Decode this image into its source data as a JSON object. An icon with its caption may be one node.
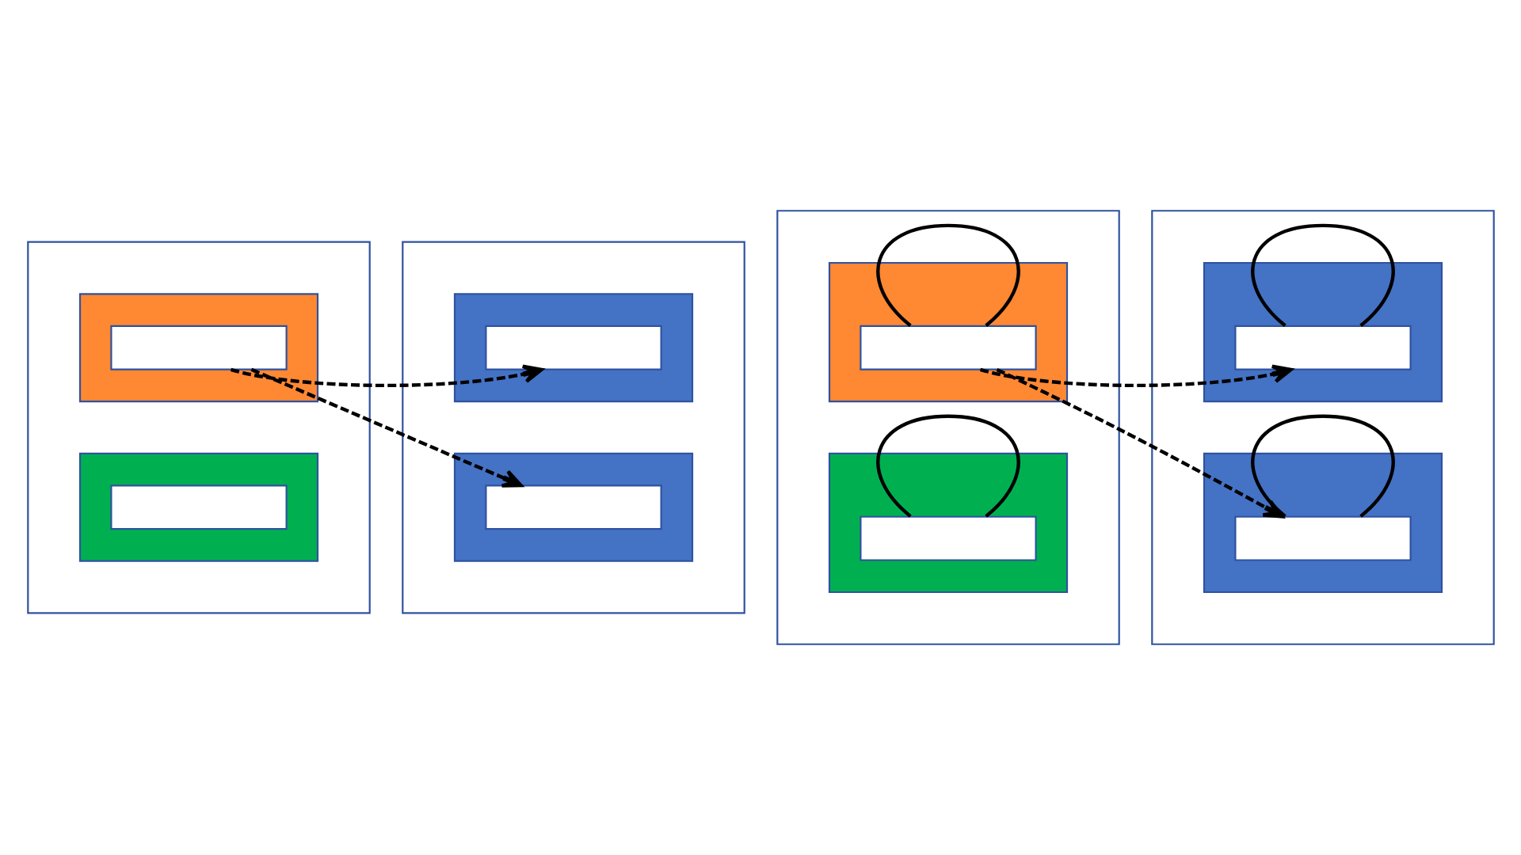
{
  "diagram": {
    "nodes": [
      {
        "text": [],
        "shape": "box"
      },
      {
        "text": [],
        "shape": "box",
        "in": 0
      },
      {
        "text": [],
        "shape": "box",
        "in": 1
      },
      {
        "text": [],
        "shape": "box",
        "in": 0
      },
      {
        "text": [],
        "shape": "box",
        "in": 3
      },
      {
        "text": [],
        "shape": "box"
      },
      {
        "text": [],
        "shape": "box",
        "in": 5
      },
      {
        "text": [],
        "shape": "box",
        "in": 6
      },
      {
        "text": [],
        "shape": "box",
        "in": 5
      },
      {
        "text": [],
        "shape": "box",
        "in": 8
      },
      {
        "text": [],
        "shape": "box"
      },
      {
        "text": [],
        "shape": "box",
        "in": 10
      },
      {
        "text": [],
        "shape": "box",
        "in": 11
      },
      {
        "text": [],
        "shape": "box",
        "in": 10
      },
      {
        "text": [],
        "shape": "box",
        "in": 13
      },
      {
        "text": [],
        "shape": "box"
      },
      {
        "text": [],
        "shape": "box",
        "in": 15
      },
      {
        "text": [],
        "shape": "box",
        "in": 16
      },
      {
        "text": [],
        "shape": "box",
        "in": 15
      },
      {
        "text": [],
        "shape": "box",
        "in": 18
      }
    ],
    "edges": [
      {
        "from": 2,
        "to": 7,
        "arrow": "to",
        "style": "dashed"
      },
      {
        "from": 2,
        "to": 9,
        "arrow": "to",
        "style": "dashed"
      },
      {
        "from": 11,
        "to": 12,
        "arrow": "none"
      },
      {
        "from": 13,
        "to": 14,
        "arrow": "none"
      },
      {
        "from": 12,
        "to": 17,
        "arrow": "to",
        "style": "dashed"
      },
      {
        "from": 12,
        "to": 19,
        "arrow": "to",
        "style": "dashed"
      },
      {
        "from": 16,
        "to": 17,
        "arrow": "none"
      },
      {
        "from": 18,
        "to": 19,
        "arrow": "none"
      }
    ]
  }
}
